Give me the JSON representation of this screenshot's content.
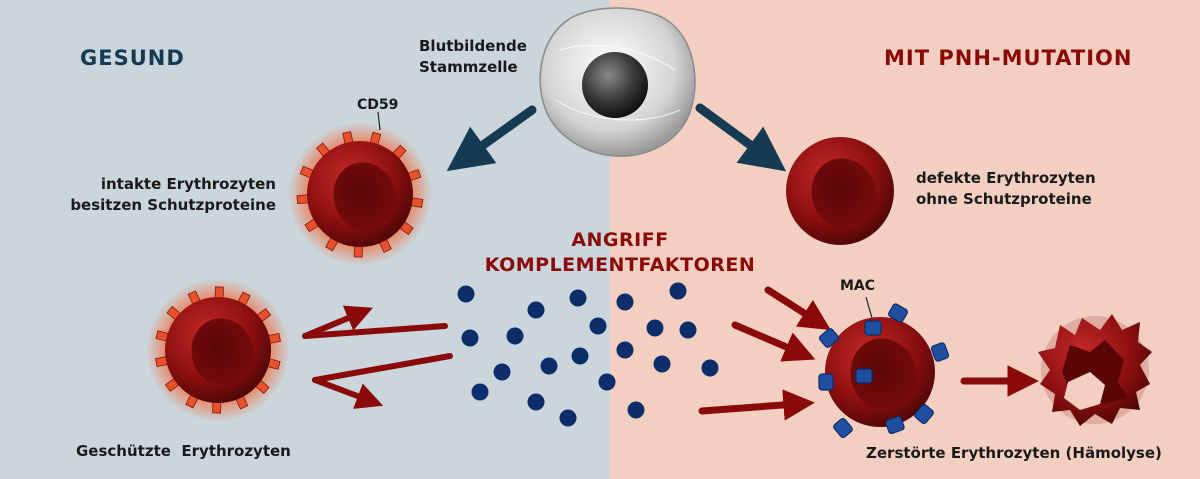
{
  "headings": {
    "left": "GESUND",
    "right": "MIT PNH-MUTATION"
  },
  "labels": {
    "stem_cell": [
      "Blutbildende",
      "Stammzelle"
    ],
    "cd59": "CD59",
    "intact_erythrocytes": [
      "intakte Erythrozyten",
      "besitzen Schutzproteine"
    ],
    "defective_erythrocytes": [
      "defekte Erythrozyten",
      "ohne Schutzproteine"
    ],
    "attack": [
      "ANGRIFF",
      "KOMPLEMENTFAKTOREN"
    ],
    "protected_erythrocytes": "Geschützte  Erythrozyten",
    "mac": "MAC",
    "destroyed_erythrocytes": "Zerstörte Erythrozyten (Hämolyse)"
  },
  "colors": {
    "healthy_bg": "#cad6dc",
    "pnh_bg": "#f3cfc1",
    "healthy_heading": "#163a52",
    "pnh_heading": "#8a0a0a",
    "complement_dot": "#0d2d6b",
    "mac_blue": "#1f4fa0",
    "cd59_orange": "#e8512b",
    "arrow_dark": "#163a52",
    "arrow_red": "#8a0a0a"
  }
}
